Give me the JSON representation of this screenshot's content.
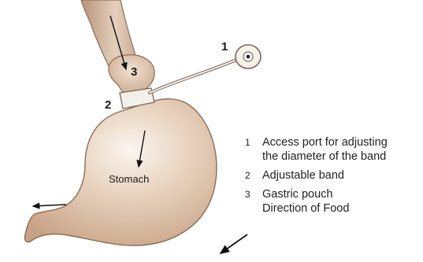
{
  "diagram": {
    "callouts": {
      "port": "1",
      "band": "2",
      "pouch": "3"
    },
    "organ_label": "Stomach"
  },
  "legend": [
    {
      "num": "1",
      "lines": [
        "Access port for adjusting",
        "the diameter of the band"
      ]
    },
    {
      "num": "2",
      "lines": [
        "Adjustable band"
      ]
    },
    {
      "num": "3",
      "lines": [
        "Gastric pouch",
        "Direction of Food"
      ]
    }
  ],
  "colors": {
    "stomach_fill": "#d9bea5",
    "stomach_edge": "#8a6e58",
    "band_fill": "#f3f0eb",
    "arrow": "#111111"
  }
}
